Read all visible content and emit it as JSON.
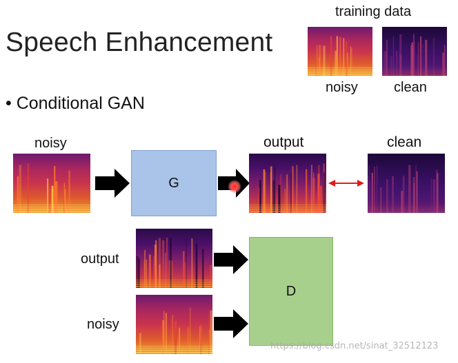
{
  "title": "Speech Enhancement",
  "bullet": "• Conditional GAN",
  "training_data": {
    "heading": "training data",
    "noisy_label": "noisy",
    "clean_label": "clean"
  },
  "pipeline": {
    "input_label": "noisy",
    "generator_label": "G",
    "output_label": "output",
    "target_label": "clean"
  },
  "discriminator": {
    "output_label": "output",
    "noisy_label": "noisy",
    "label": "D"
  },
  "colors": {
    "generator_fill": "#a9c4e8",
    "discriminator_fill": "#a8d08d",
    "arrow": "#000000",
    "compare_arrow": "#e31c1c",
    "noisy_bg": "#b22b5e",
    "clean_bg": "#2a0a4a"
  },
  "watermark": "https://blog.csdn.net/sinat_32512123"
}
